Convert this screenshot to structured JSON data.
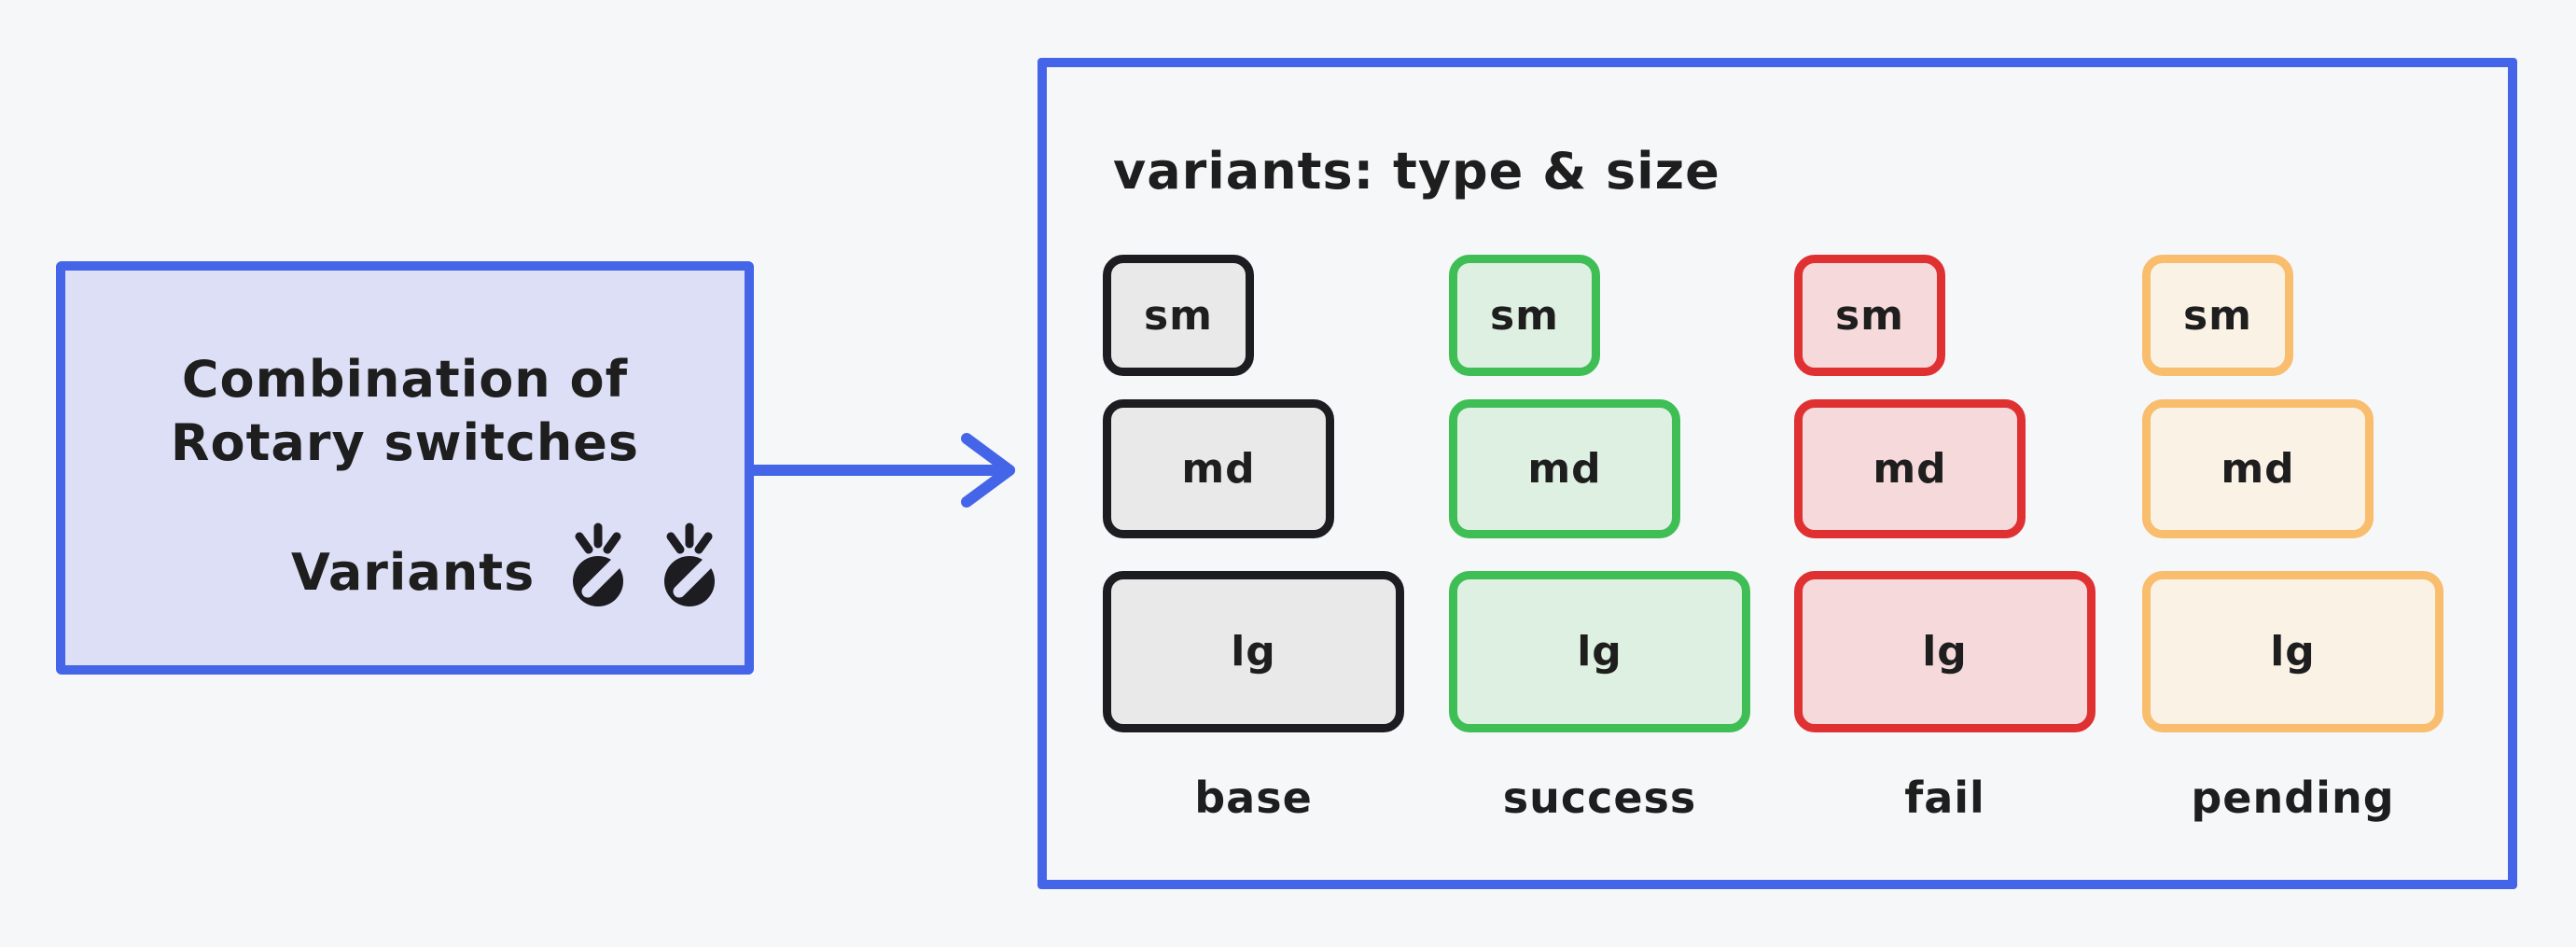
{
  "canvas": {
    "background_color": "#f6f7f9"
  },
  "left_card": {
    "title_line1": "Combination of",
    "title_line2": "Rotary switches",
    "subtitle": "Variants",
    "border_color": "#4565e9",
    "fill_color": "#dcdff6",
    "knob_icon_count": 2
  },
  "arrow": {
    "color": "#4565e9",
    "direction": "right"
  },
  "panel": {
    "title": "variants: type & size",
    "border_color": "#4565e9",
    "columns": [
      {
        "label": "base",
        "border_color": "#1c1c21",
        "fill_color": "#e9e9ea",
        "sizes": [
          "sm",
          "md",
          "lg"
        ]
      },
      {
        "label": "success",
        "border_color": "#3fbe55",
        "fill_color": "#def0e1",
        "sizes": [
          "sm",
          "md",
          "lg"
        ]
      },
      {
        "label": "fail",
        "border_color": "#e03132",
        "fill_color": "#f6d9db",
        "sizes": [
          "sm",
          "md",
          "lg"
        ]
      },
      {
        "label": "pending",
        "border_color": "#f9bd6e",
        "fill_color": "#fbf2e6",
        "sizes": [
          "sm",
          "md",
          "lg"
        ]
      }
    ]
  }
}
